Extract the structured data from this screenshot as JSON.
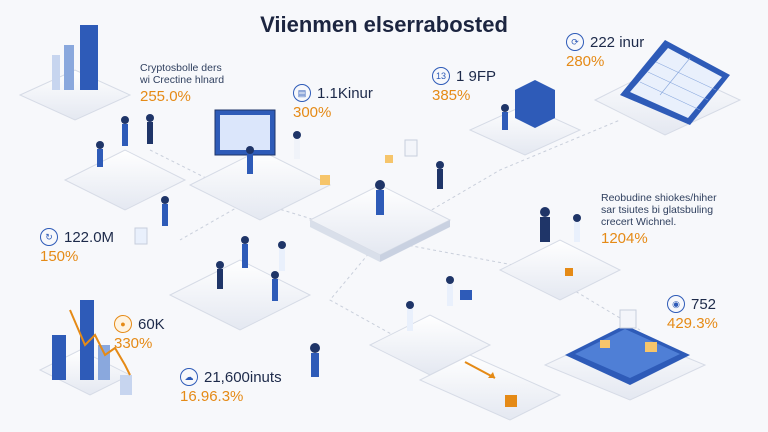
{
  "title": "Viienmen elserrabosted",
  "stats": {
    "top_right": {
      "value": "222 inur",
      "pct": "280%"
    },
    "top_left": {
      "desc_line1": "Cryptosbolle ders",
      "desc_line2": "wi Crectine hlnard",
      "pct": "255.0%"
    },
    "top_mid": {
      "value": "1.1Kinur",
      "pct": "300%"
    },
    "mid_top": {
      "badge": "13",
      "value": "1 9FP",
      "pct": "385%"
    },
    "right_mid": {
      "desc_line1": "Reobudine shiokes/hiher",
      "desc_line2": "sar tsiutes bi glatsbuling",
      "desc_line3": "crecert Wichnel.",
      "pct": "1204%"
    },
    "left_mid": {
      "value": "122.0M",
      "pct": "150%"
    },
    "left_low": {
      "value": "60K",
      "pct": "330%"
    },
    "bottom_mid": {
      "value": "21,600inuts",
      "pct": "16.96.3%"
    },
    "bottom_right": {
      "value": "752",
      "pct": "429.3%"
    }
  },
  "colors": {
    "accent": "#2e5bb8",
    "orange": "#e58a16",
    "platform": "#eef1f7",
    "navy": "#1f3568"
  }
}
